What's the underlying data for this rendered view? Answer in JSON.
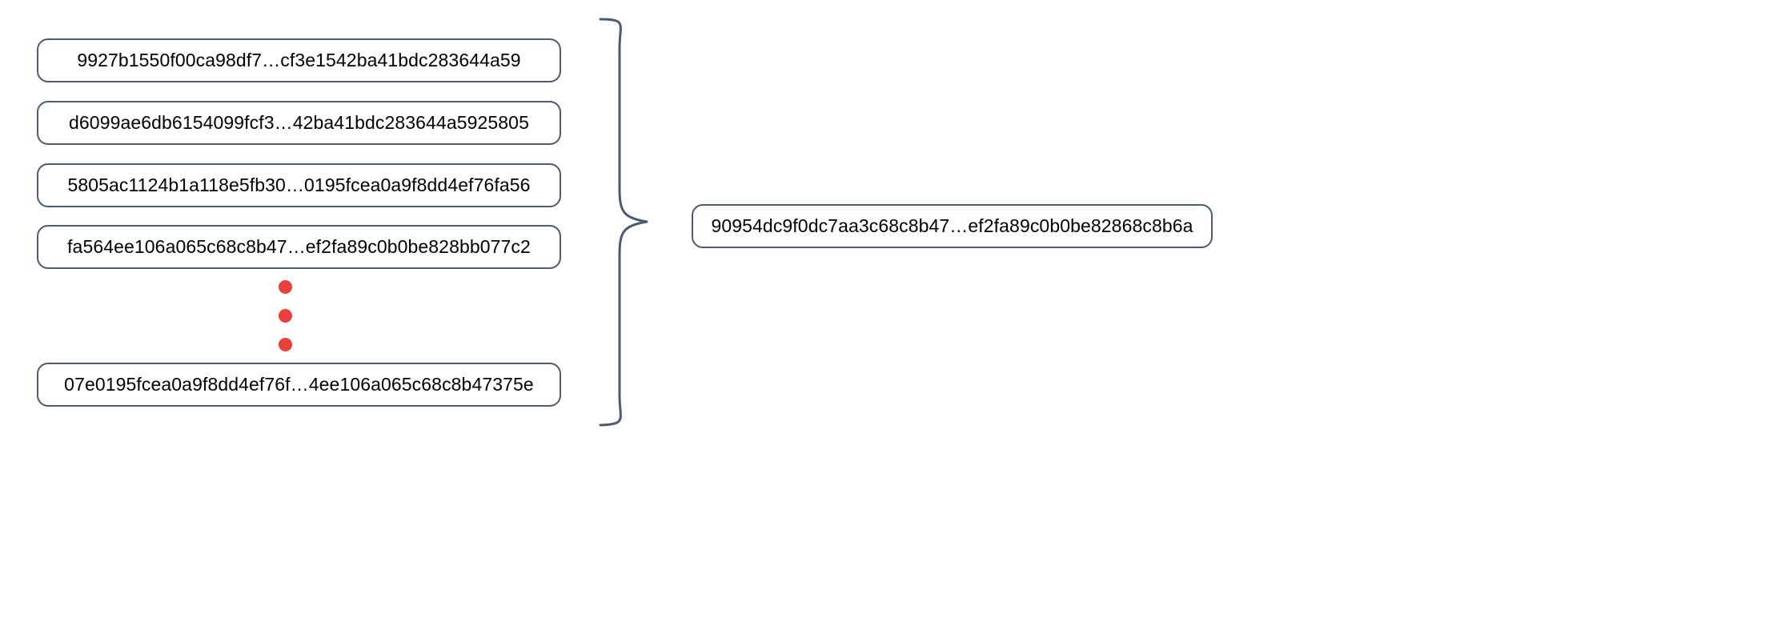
{
  "diagram": {
    "title": "Merkle-style hash aggregation",
    "colors": {
      "box_border": "#4d5b6e",
      "box_fill": "#ffffff",
      "text": "#000000",
      "ellipsis_dot": "#e8403a",
      "brace_stroke": "#4d5b6e",
      "background": "#ffffff"
    },
    "inputs": {
      "label": "input-hash-list",
      "items": [
        {
          "id": "input-hash-1",
          "value": "9927b1550f00ca98df7…cf3e1542ba41bdc283644a59"
        },
        {
          "id": "input-hash-2",
          "value": "d6099ae6db6154099fcf3…42ba41bdc283644a5925805"
        },
        {
          "id": "input-hash-3",
          "value": "5805ac1124b1a118e5fb30…0195fcea0a9f8dd4ef76fa56"
        },
        {
          "id": "input-hash-4",
          "value": "fa564ee106a065c68c8b47…ef2fa89c0b0be828bb077c2"
        },
        {
          "id": "input-hash-5",
          "value": "07e0195fcea0a9f8dd4ef76f…4ee106a065c68c8b47375e"
        }
      ]
    },
    "ellipsis": {
      "name": "vertical-ellipsis",
      "dot_count": 3,
      "meaning": "more items omitted"
    },
    "brace": {
      "name": "grouping-brace",
      "orientation": "right-pointing",
      "meaning": "all inputs aggregate into one output"
    },
    "output": {
      "label": "aggregated-hash",
      "value": "90954dc9f0dc7aa3c68c8b47…ef2fa89c0b0be82868c8b6a"
    }
  }
}
